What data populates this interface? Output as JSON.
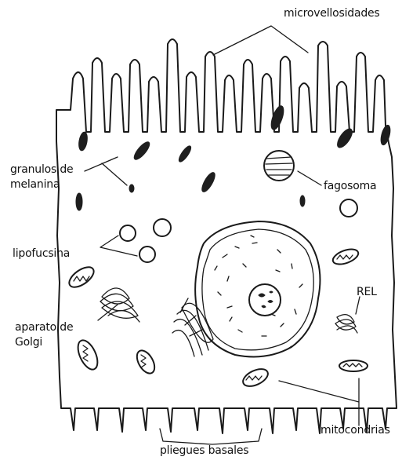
{
  "labels": {
    "microvellosidades": "microvellosidades",
    "granulos_line1": "granulos de",
    "granulos_line2": "melanina",
    "fagosoma": "fagosoma",
    "lipofucsina": "lipofucsina",
    "rel": "REL",
    "golgi_line1": "aparato de",
    "golgi_line2": "Golgi",
    "mitocondrias": "mitocondrias",
    "pliegues": "pliegues basales"
  },
  "colors": {
    "ink": "#1a1a1a",
    "background": "#ffffff"
  }
}
